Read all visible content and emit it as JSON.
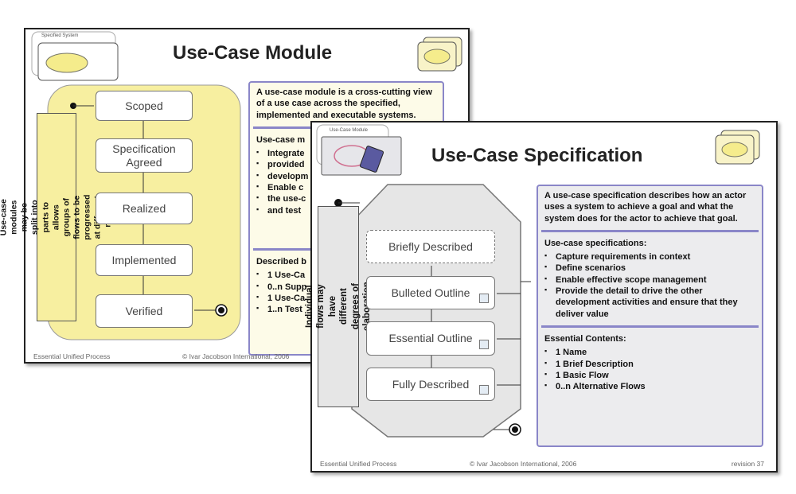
{
  "module_slide": {
    "title": "Use-Case Module",
    "icon_label": "Specified System",
    "side_label": "Use-case modules may be split into parts to allows groups of flows to be progressed at different rates",
    "states": [
      "Scoped",
      "Specification Agreed",
      "Realized",
      "Implemented",
      "Verified"
    ],
    "intro": "A use-case module is a cross-cutting view of a use case across the specified, implemented and executable systems.",
    "section1_heading": "Use-case m",
    "section1_items": [
      "Integrate",
      "provided",
      "developm",
      "Enable c",
      "the use-c",
      "and test"
    ],
    "section2_heading": "Described b",
    "section2_items": [
      "1 Use-Ca",
      "0..n Supp",
      "1 Use-Ca",
      "1..n Test"
    ],
    "footer_left": "Essential Unified Process",
    "footer_center": "© Ivar Jacobson International, 2006",
    "colors": {
      "region": "#f7efa0",
      "box_border": "#8a86c8"
    }
  },
  "spec_slide": {
    "title": "Use-Case Specification",
    "icon_label": "Use-Case Module",
    "side_label": "Individual flows may have different degrees of elaboration",
    "states": [
      "Briefly Described",
      "Bulleted Outline",
      "Essential Outline",
      "Fully Described"
    ],
    "intro": "A use-case specification describes how an actor uses a system to achieve a goal and what the system does for the actor to achieve that goal.",
    "section1_heading": "Use-case specifications:",
    "section1_items": [
      "Capture requirements in context",
      "Define scenarios",
      "Enable effective scope management",
      "Provide the detail to drive the other development activities and ensure that they deliver value"
    ],
    "section2_heading": "Essential Contents:",
    "section2_items": [
      "1 Name",
      "1 Brief Description",
      "1 Basic Flow",
      "0..n Alternative Flows"
    ],
    "footer_left": "Essential Unified Process",
    "footer_center": "© Ivar Jacobson International, 2006",
    "footer_right": "revision 37",
    "colors": {
      "region": "#e6e6e6",
      "box_border": "#8a86c8"
    }
  }
}
